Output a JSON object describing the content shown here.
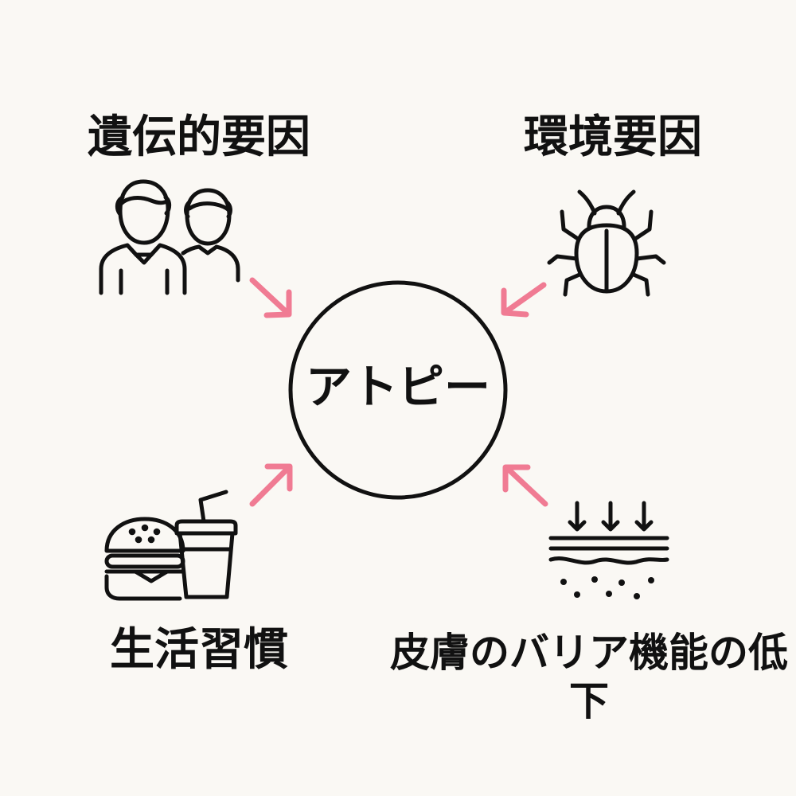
{
  "center": {
    "label": "アトピー"
  },
  "factors": {
    "genetic": {
      "label": "遺伝的要因",
      "icon": "people-icon"
    },
    "environment": {
      "label": "環境要因",
      "icon": "bug-icon"
    },
    "lifestyle": {
      "label": "生活習慣",
      "icon": "fast-food-icon"
    },
    "barrier": {
      "label": "皮膚のバリア機能の低下",
      "icon": "skin-layers-icon"
    }
  },
  "colors": {
    "background": "#faf8f4",
    "stroke": "#111111",
    "arrow": "#f07b93"
  }
}
